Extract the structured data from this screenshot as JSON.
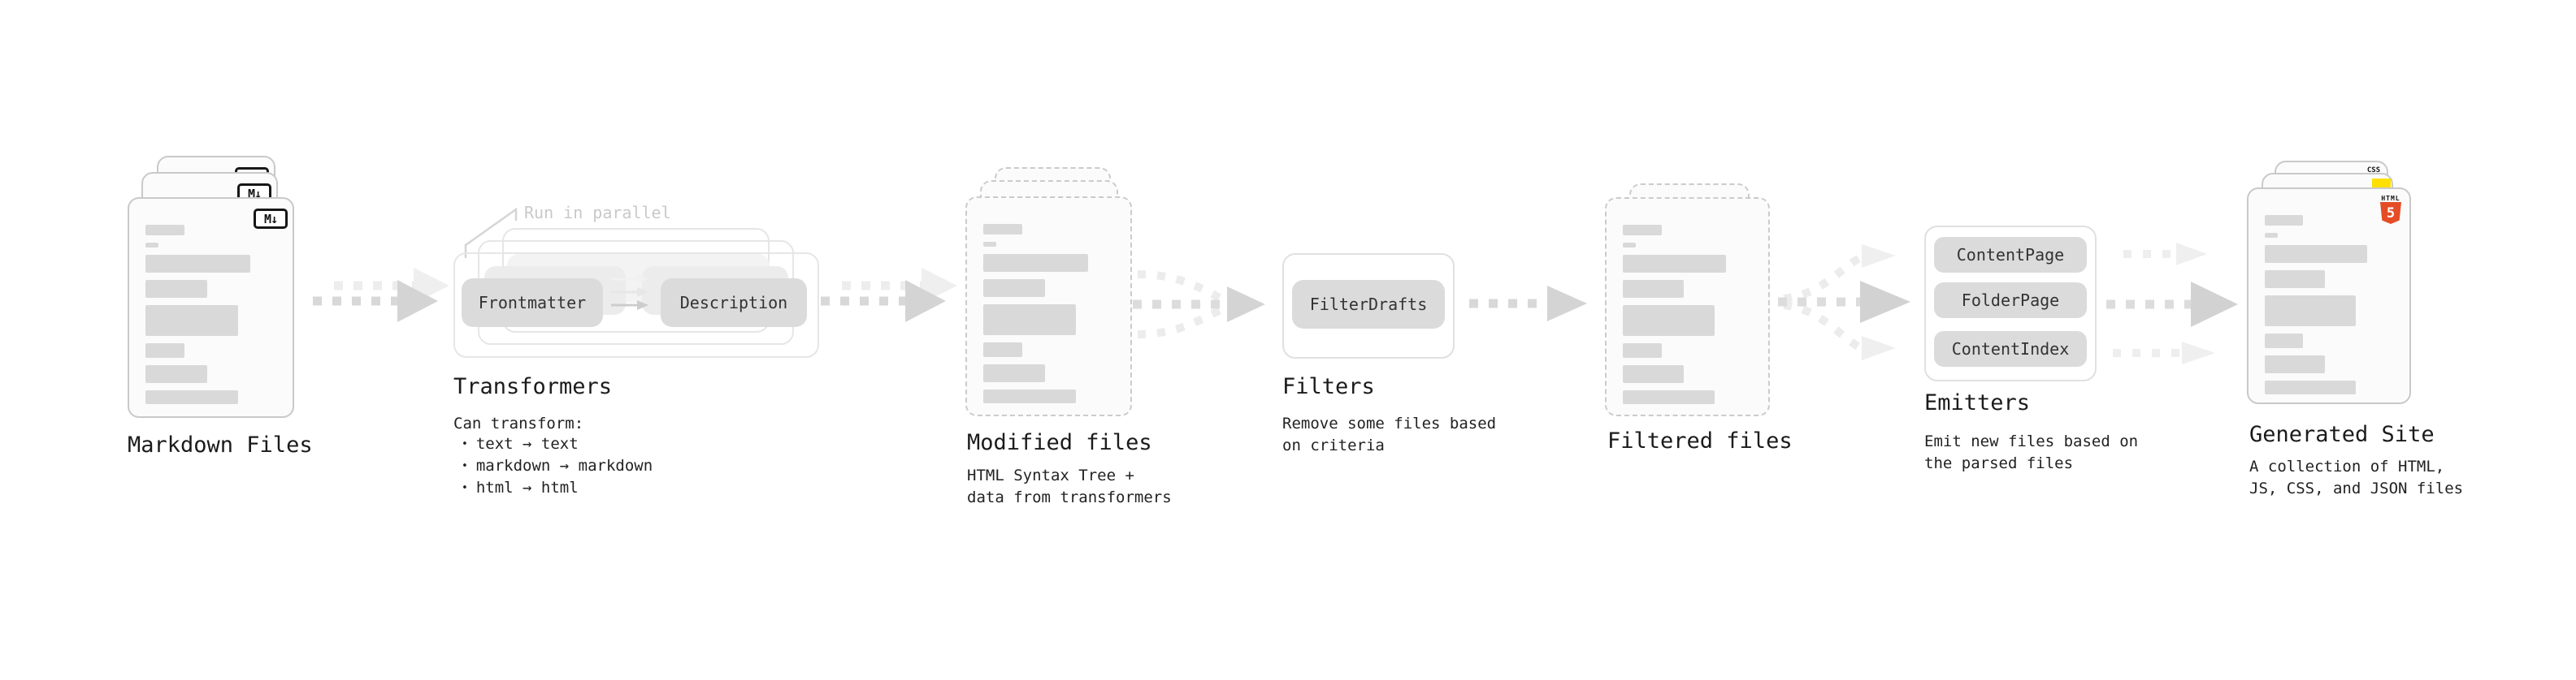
{
  "pipeline": {
    "stages": {
      "markdown_files": {
        "label": "Markdown Files",
        "file_icon": "M↓"
      },
      "transformers": {
        "annotation": "Run in parallel",
        "nodes": [
          "Frontmatter",
          "Description"
        ],
        "label": "Transformers",
        "desc_title": "Can transform:",
        "bullet": "•",
        "bullets": [
          "text → text",
          "markdown → markdown",
          "html → html"
        ]
      },
      "modified_files": {
        "label": "Modified files",
        "desc_lines": [
          "HTML Syntax Tree +",
          "data from transformers"
        ]
      },
      "filters": {
        "node": "FilterDrafts",
        "label": "Filters",
        "desc_lines": [
          "Remove some files based",
          "on criteria"
        ]
      },
      "filtered_files": {
        "label": "Filtered files"
      },
      "emitters": {
        "nodes": [
          "ContentPage",
          "FolderPage",
          "ContentIndex"
        ],
        "label": "Emitters",
        "desc_lines": [
          "Emit new files based on",
          "the parsed files"
        ]
      },
      "generated_site": {
        "label": "Generated Site",
        "desc_lines": [
          "A collection of HTML,",
          "JS, CSS, and JSON files"
        ],
        "css_icon_text": "CSS",
        "html5_icon_word": "HTML",
        "html5_icon_numeral": "5"
      }
    },
    "colors": {
      "doc_border": "#c9c9c9",
      "doc_bg": "#fbfbfb",
      "doc_bar": "#d9d9d9",
      "node_bg": "#dbdbdb",
      "node_text": "#333333",
      "arrow_dark": "#d6d6d6",
      "arrow_light": "#ededed",
      "annotation_gray": "#c9c9c9",
      "css_blue": "#2962ff",
      "js_yellow": "#ffe000",
      "html5_orange": "#e44d26"
    }
  }
}
